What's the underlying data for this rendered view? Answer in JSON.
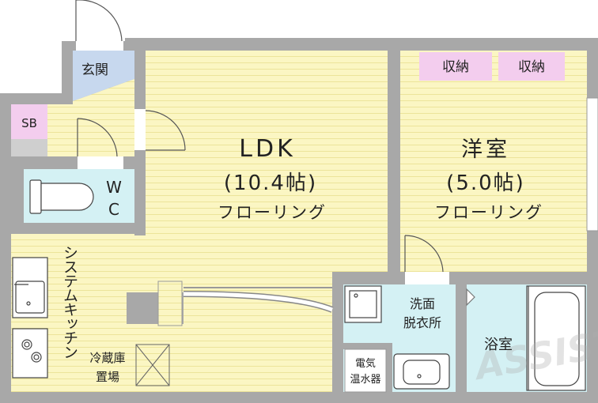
{
  "colors": {
    "wall": "#a8a8a8",
    "wall_dark": "#8c8c8c",
    "floor": "#fbf6c3",
    "floor_line": "#ece49a",
    "wet": "#d4f1f4",
    "storage": "#f3cdee",
    "genkan": "#c7d8ee",
    "text": "#222222"
  },
  "rooms": {
    "genkan": "玄関",
    "sb": "SB",
    "wc": "W\nC",
    "ldk_name": "LDK",
    "ldk_size": "(10.4帖)",
    "ldk_floor": "フローリング",
    "yoshitsu_name": "洋室",
    "yoshitsu_size": "(5.0帖)",
    "yoshitsu_floor": "フローリング",
    "storage_1": "収納",
    "storage_2": "収納",
    "kitchen": "システムキッチン",
    "fridge_line1": "冷蔵庫",
    "fridge_line2": "置場",
    "washroom_line1": "洗面",
    "washroom_line2": "脱衣所",
    "water_heater_line1": "電気",
    "water_heater_line2": "温水器",
    "bath": "浴室"
  },
  "watermark": "ASSIST",
  "icons": [
    "door-swing-icon",
    "toilet-icon",
    "sink-icon",
    "stove-icon",
    "washing-machine-icon",
    "bathtub-icon",
    "fridge-cross-icon"
  ]
}
